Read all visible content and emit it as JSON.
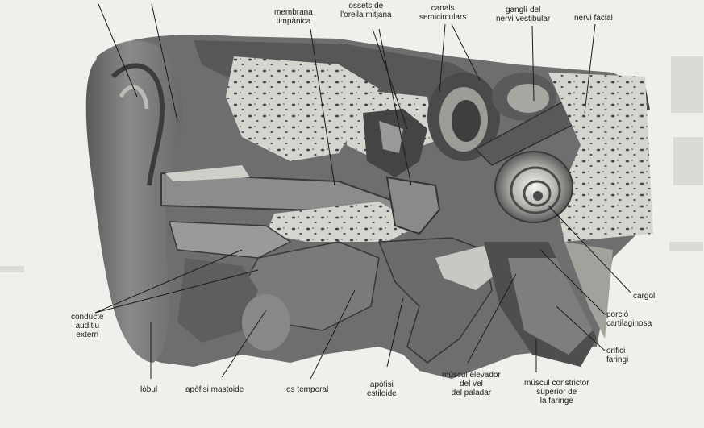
{
  "labels": {
    "membrana": [
      "membrana",
      "timpànica"
    ],
    "ossets": [
      "ossets de",
      "l'orella mitjana"
    ],
    "semicirculars": [
      "canals",
      "semicirculars"
    ],
    "ganglio": [
      "ganglí del",
      "nervi vestibular"
    ],
    "facial": [
      "nervi facial"
    ],
    "cargol": [
      "cargol"
    ],
    "porcio": [
      "porció",
      "cartilaginosa"
    ],
    "orifici": [
      "orifici",
      "faringi"
    ],
    "conducte": [
      "conducte",
      "auditiu",
      "extern"
    ],
    "lobul": [
      "lòbul"
    ],
    "mastoide": [
      "apòfisi mastoide"
    ],
    "temporal": [
      "os temporal"
    ],
    "estiloide": [
      "apòfisi",
      "estiloide"
    ],
    "elevador": [
      "múscul elevador",
      "del vel",
      "del paladar"
    ],
    "constrictor": [
      "múscul constrictor",
      "superior de",
      "la faringe"
    ]
  },
  "colors": {
    "paper": "#f0efec",
    "ink": "#1b1b1b",
    "tissue_dark": "#4a4a4a",
    "tissue_mid": "#7b7b7b",
    "bone": "#d2d0cb"
  }
}
